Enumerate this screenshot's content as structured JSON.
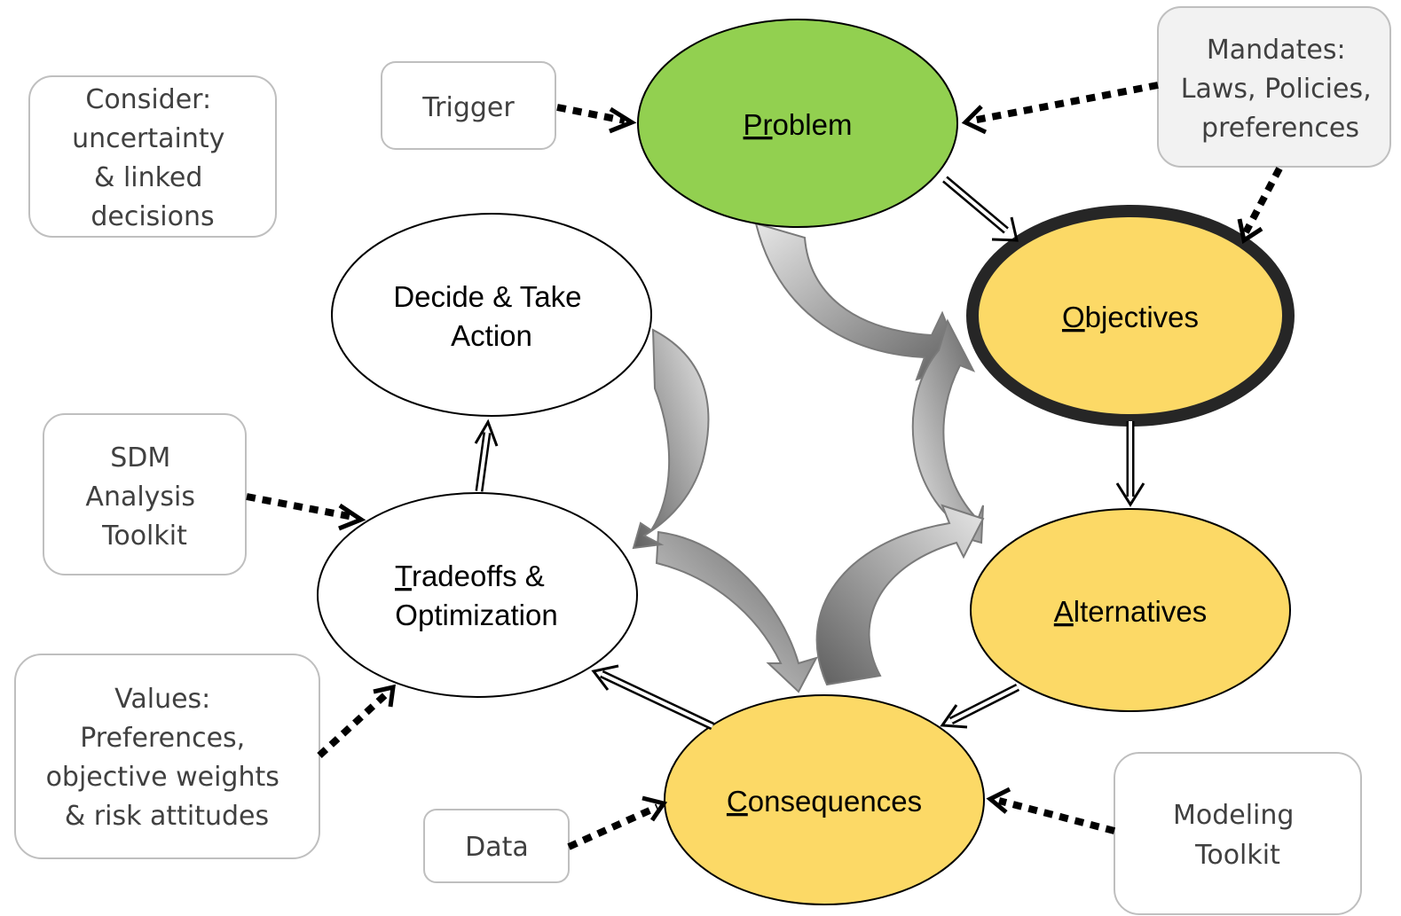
{
  "nodes": {
    "problem": {
      "prefix": "Pr",
      "rest": "oblem",
      "fill": "#92d050"
    },
    "objectives": {
      "prefix": "O",
      "rest": "bjectives",
      "fill": "#fcd966"
    },
    "alternatives": {
      "prefix": "A",
      "rest": "lternatives",
      "fill": "#fcd966"
    },
    "consequences": {
      "prefix": "C",
      "rest": "onsequences",
      "fill": "#fcd966"
    },
    "tradeoffs": {
      "prefix": "T",
      "rest": "radeoffs &",
      "line2": "Optimization",
      "fill": "#ffffff"
    },
    "decide": {
      "line1": "Decide & Take",
      "line2": "Action",
      "fill": "#ffffff"
    }
  },
  "boxes": {
    "consider": [
      "Consider:",
      "uncertainty",
      "& linked",
      "decisions"
    ],
    "trigger": [
      "Trigger"
    ],
    "mandates": [
      "Mandates:",
      "Laws, Policies,",
      "preferences"
    ],
    "sdm": [
      "SDM",
      "Analysis",
      "Toolkit"
    ],
    "values": [
      "Values:",
      "Preferences,",
      "objective weights",
      "& risk attitudes"
    ],
    "data": [
      "Data"
    ],
    "modeling": [
      "Modeling",
      "Toolkit"
    ]
  }
}
